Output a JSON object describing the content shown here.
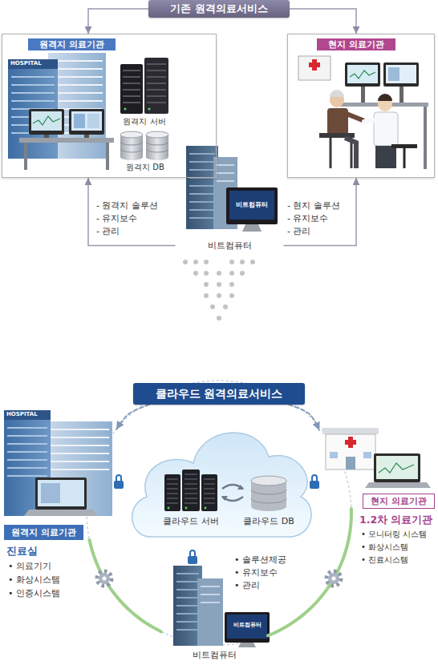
{
  "diagram": {
    "nodes": [
      {
        "text": [
          "기존 원격의료서비스"
        ]
      },
      {
        "text": [
          "원격지 의료기관"
        ]
      },
      {
        "text": [
          "현지 의료기관"
        ]
      },
      {
        "text": [
          "비트컴퓨터"
        ]
      },
      {
        "text": [
          "클라우드 원격의료서비스"
        ]
      },
      {
        "text": [
          "클라우드 서버",
          "클라우드 DB"
        ]
      },
      {
        "text": [
          "원격지 의료기관"
        ]
      },
      {
        "text": [
          "현지 의료기관"
        ]
      },
      {
        "text": [
          "비트컴퓨터"
        ]
      }
    ],
    "edges": [
      {
        "from": 0,
        "to": 1,
        "arrow": "to"
      },
      {
        "from": 0,
        "to": 2,
        "arrow": "to"
      },
      {
        "from": 3,
        "to": 1,
        "arrow": "to"
      },
      {
        "from": 3,
        "to": 2,
        "arrow": "to"
      },
      {
        "from": 4,
        "to": 6,
        "arrow": "to"
      },
      {
        "from": 4,
        "to": 7,
        "arrow": "to"
      },
      {
        "from": 8,
        "to": 6,
        "arrow": "none"
      },
      {
        "from": 8,
        "to": 7,
        "arrow": "none"
      }
    ],
    "labels": [
      "원격지 서버",
      "원격지 DB",
      "- 원격지 솔루션",
      "- 유지보수",
      "- 관리",
      "- 현지 솔루션",
      "- 유지보수",
      "- 관리",
      "진료실",
      "• 의료기기",
      "• 화상시스템",
      "• 인증시스템",
      "1.2차 의료기관",
      "• 모니터링 시스템",
      "• 화상시스템",
      "• 진료시스템",
      "• 솔루션제공",
      "• 유지보수",
      "• 관리",
      "HOSPITAL",
      "HOSPITAL",
      "비트컴퓨터",
      "비트컴퓨터"
    ]
  }
}
